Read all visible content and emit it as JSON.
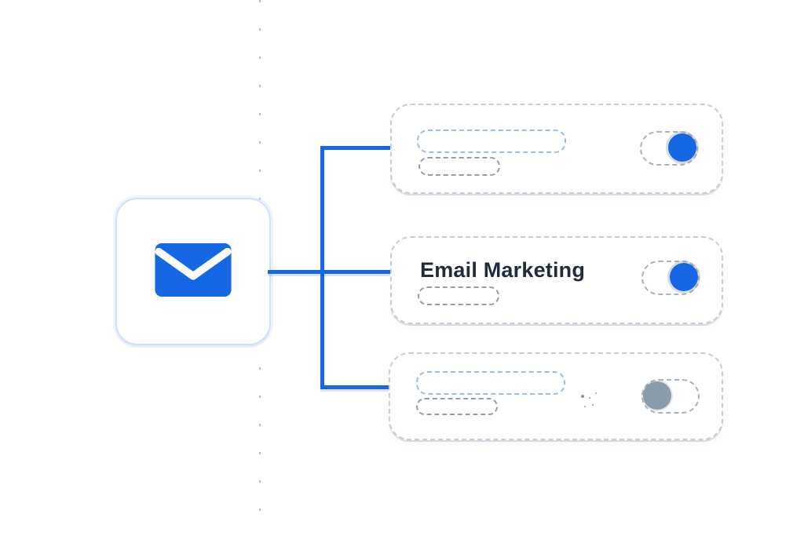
{
  "canvas": {
    "background": "#ffffff"
  },
  "colors": {
    "accent_blue": "#1667E3",
    "toggle_off_knob": "#8A9BAA",
    "title_text": "#1F2A3C",
    "card_border": "#C6CED8",
    "skeleton_blue_border": "#9FBCE6",
    "skeleton_gray_border": "#949EA9",
    "icon_box_border": "#CFE0F8"
  },
  "source_node": {
    "icon": "envelope-icon"
  },
  "cards": [
    {
      "title": "",
      "skeleton_lines": 2,
      "toggle_state": "on"
    },
    {
      "title": "Email Marketing",
      "skeleton_lines": 1,
      "toggle_state": "on"
    },
    {
      "title": "",
      "skeleton_lines": 2,
      "toggle_state": "off"
    }
  ]
}
